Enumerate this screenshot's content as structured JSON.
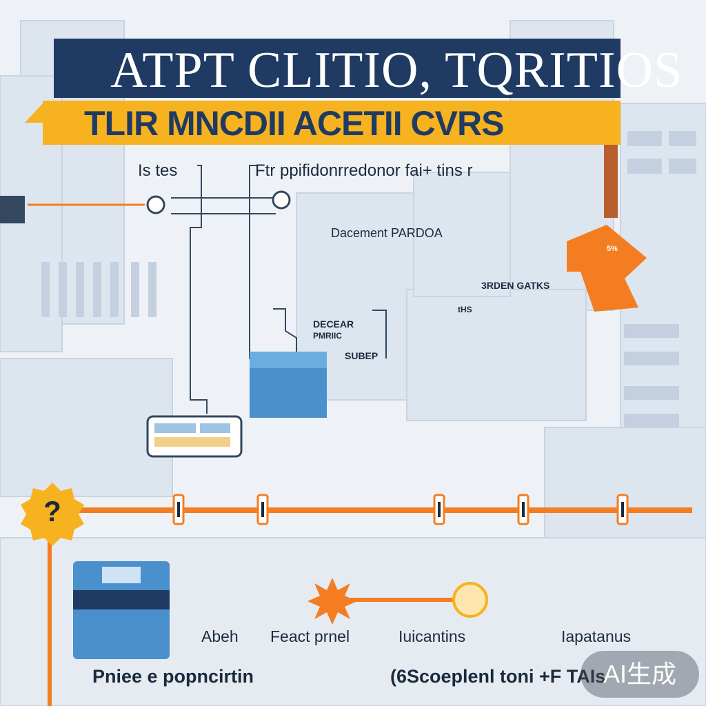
{
  "banner": {
    "title": "ATPT CLITIO, TQRITIOS",
    "subtitle": "TLIR MNCDII ACETII CVRS"
  },
  "labels": {
    "top_left": "Is tes",
    "top_center": "Ftr ppifidonrredonor fai+ tins r",
    "document": "Dacement PARDOA",
    "side_right": "3RDEN GATKS",
    "small_right": "tHS",
    "decear": "DECEAR",
    "pmr": "PMRIIC",
    "subep": "SUBEP",
    "ribbon": "5%"
  },
  "timeline": {
    "question_mark": "?"
  },
  "bottom": {
    "label_1": "Abeh",
    "label_2": "Feact prnel",
    "label_3": "Iuicantins",
    "label_4": "Iapatanus",
    "foot_left": "Pniee e popncirtin",
    "foot_right": "(6Scoeplenl toni +F TAIs"
  },
  "watermark": {
    "text": "AI生成"
  },
  "colors": {
    "navy": "#1f3b63",
    "yellow": "#f6b21f",
    "orange": "#f37d20",
    "blue": "#4a90cc"
  }
}
